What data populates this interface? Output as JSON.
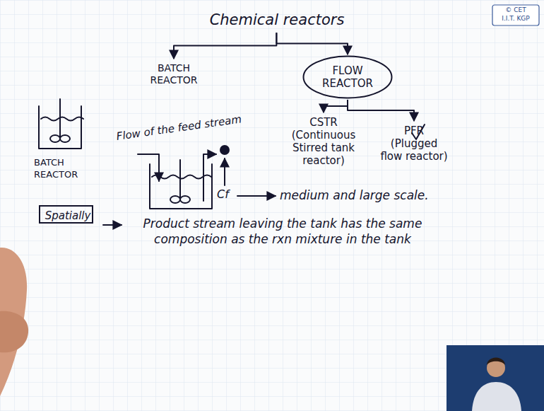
{
  "diagram": {
    "nodes": [
      {
        "text": [
          "Chemical reactors"
        ]
      },
      {
        "text": [
          "BATCH REACTOR"
        ]
      },
      {
        "text": [
          "FLOW REACTOR"
        ]
      },
      {
        "text": [
          "CSTR",
          "(Continuous Stirred tank reactor)"
        ]
      },
      {
        "text": [
          "PFR",
          "(Plugged flow reactor)"
        ]
      },
      {
        "text": [
          "Spatially"
        ]
      }
    ],
    "edges": [
      {
        "from": 0,
        "to": 1,
        "arrow": "to"
      },
      {
        "from": 0,
        "to": 2,
        "arrow": "to"
      },
      {
        "from": 2,
        "to": 3,
        "arrow": "to"
      },
      {
        "from": 2,
        "to": 4,
        "arrow": "to"
      }
    ],
    "labels": [
      "© CET",
      "I.I.T. KGP",
      "BATCH REACTOR",
      "Flow of the feed stream",
      "Cf",
      "medium and large scale.",
      "Product stream leaving the tank has the same composition as the rxn mixture in the tank"
    ]
  }
}
